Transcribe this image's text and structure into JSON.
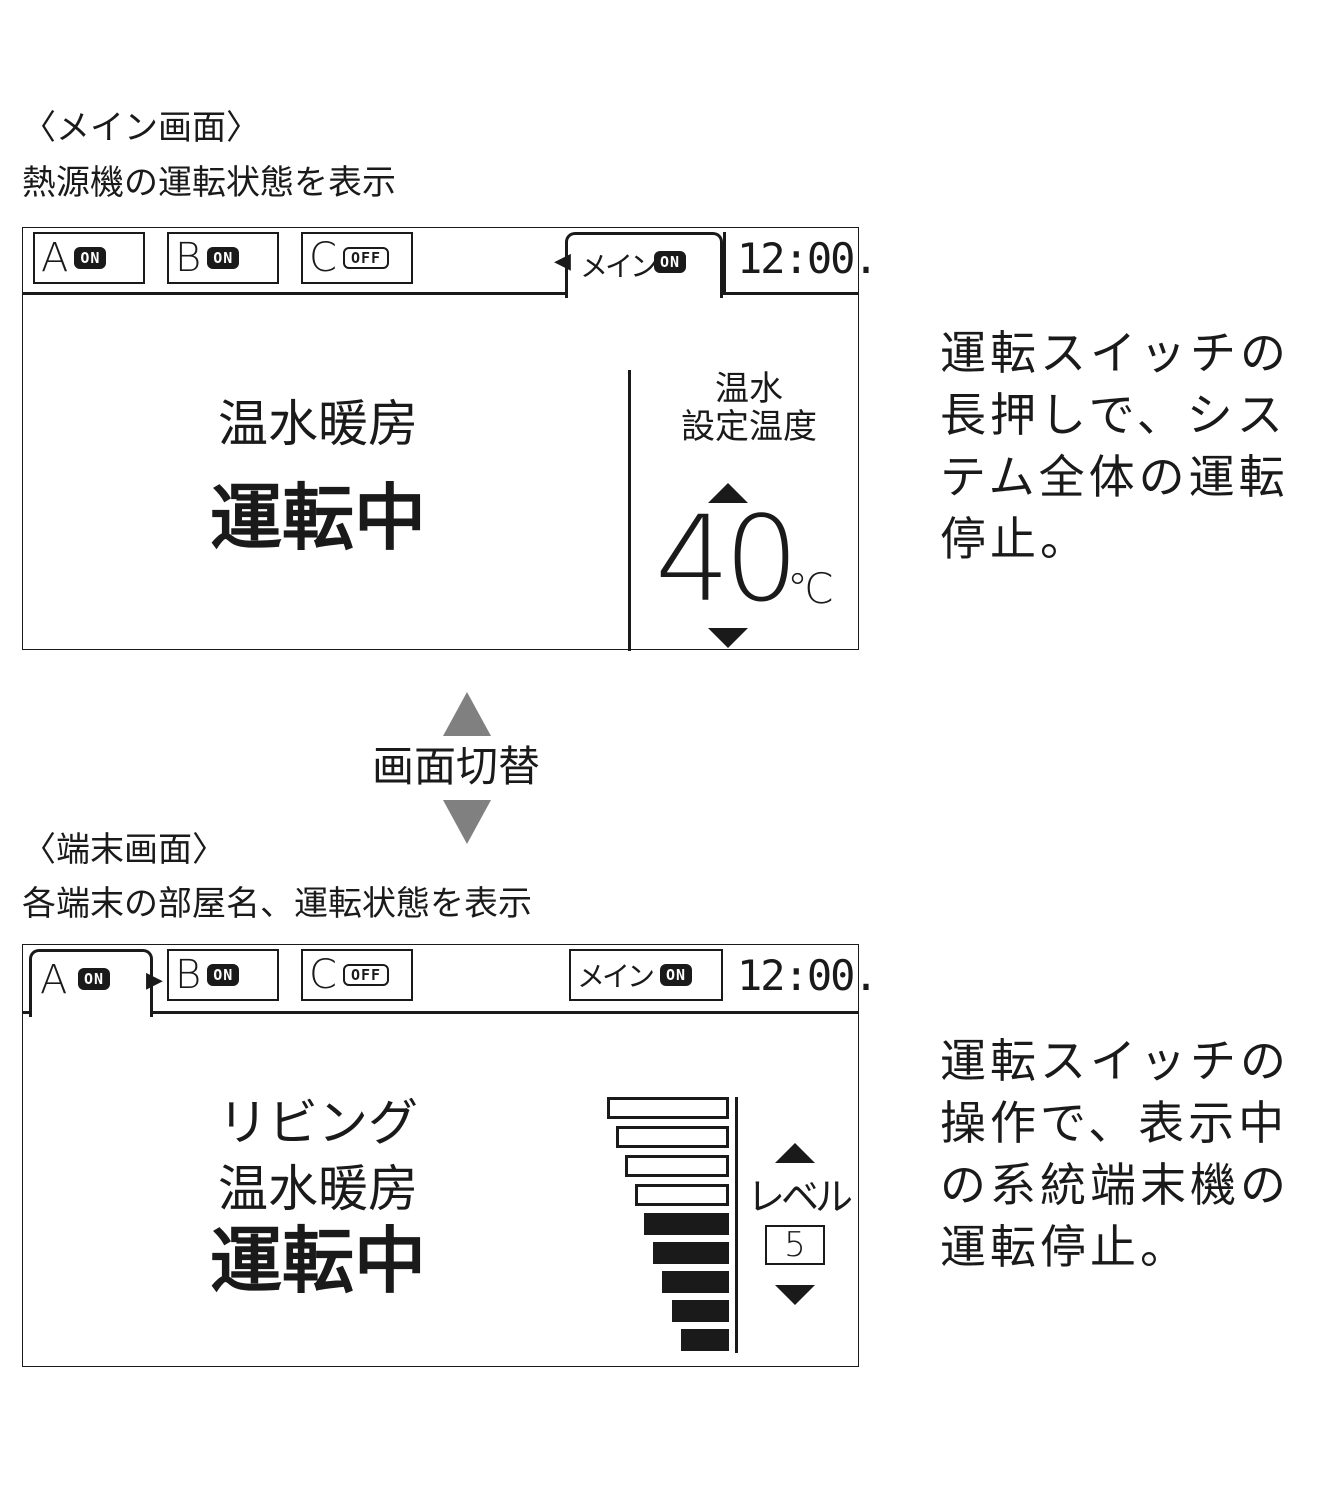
{
  "main_screen": {
    "heading": "〈メイン画面〉",
    "description": "熱源機の運転状態を表示",
    "tabs": [
      {
        "letter": "A",
        "state": "ON"
      },
      {
        "letter": "B",
        "state": "ON"
      },
      {
        "letter": "C",
        "state": "OFF"
      }
    ],
    "main_tab": {
      "label": "メイン",
      "state": "ON"
    },
    "clock": "12:00.",
    "mode": "温水暖房",
    "status": "運転中",
    "setpoint_label_1": "温水",
    "setpoint_label_2": "設定温度",
    "setpoint_value": "40",
    "setpoint_unit": "℃",
    "note": "運転スイッチの長押しで、システム全体の運転停止。"
  },
  "switch": {
    "label": "画面切替"
  },
  "terminal_screen": {
    "heading": "〈端末画面〉",
    "description": "各端末の部屋名、運転状態を表示",
    "tabs": [
      {
        "letter": "A",
        "state": "ON"
      },
      {
        "letter": "B",
        "state": "ON"
      },
      {
        "letter": "C",
        "state": "OFF"
      }
    ],
    "main_tab": {
      "label": "メイン",
      "state": "ON"
    },
    "clock": "12:00.",
    "room": "リビング",
    "mode": "温水暖房",
    "status": "運転中",
    "level_label": "レベル",
    "level_value": "5",
    "level_max": 9,
    "note": "運転スイッチの操作で、表示中の系統端末機の運転停止。"
  },
  "colors": {
    "ink": "#1a1a1a",
    "switch_arrow": "#808080"
  }
}
